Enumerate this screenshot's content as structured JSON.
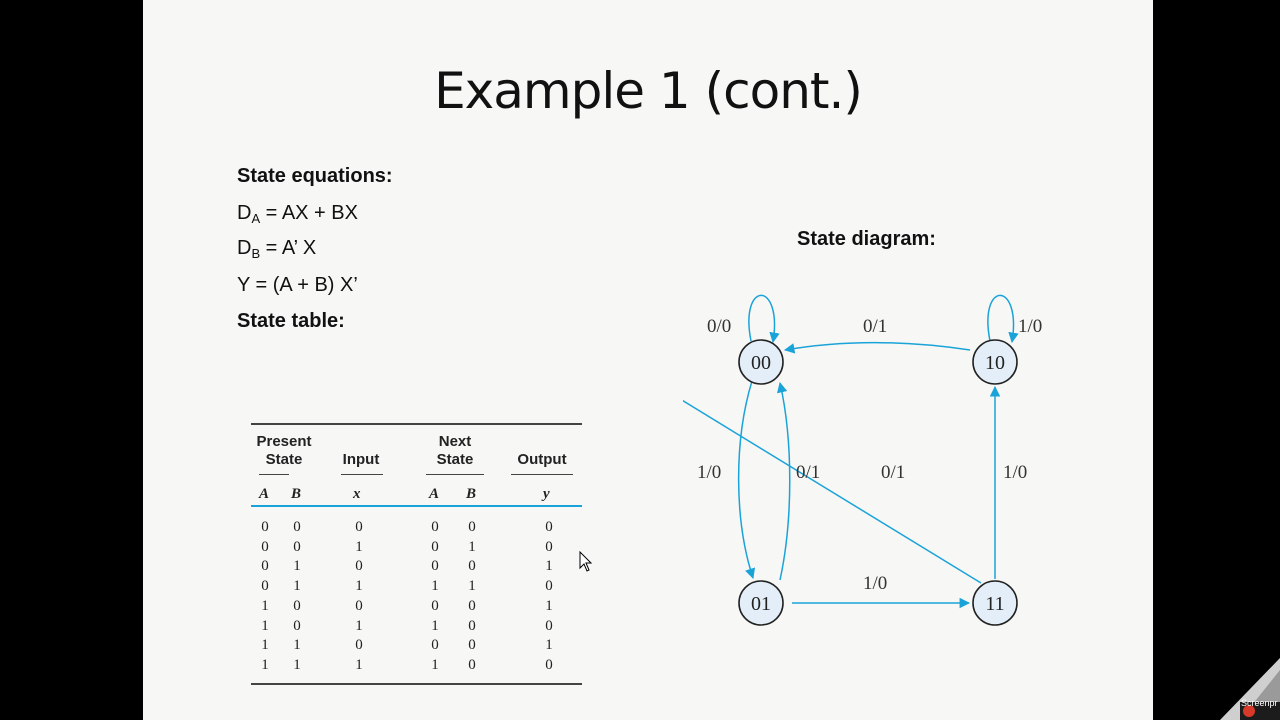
{
  "slide": {
    "title": "Example 1 (cont.)",
    "state_equations_heading": "State equations:",
    "eq1": {
      "lhs": "D",
      "sub": "A",
      "rhs": " = AX + BX"
    },
    "eq2": {
      "lhs": "D",
      "sub": "B",
      "rhs": " = A’ X"
    },
    "eq3": "Y = (A + B) X’",
    "state_table_heading": "State table:",
    "state_diagram_heading": "State diagram:"
  },
  "table": {
    "headers": {
      "present_line1": "Present",
      "present_line2": "State",
      "input": "Input",
      "next_line1": "Next",
      "next_line2": "State",
      "output": "Output"
    },
    "subheaders": {
      "pa": "A",
      "pb": "B",
      "x": "x",
      "na": "A",
      "nb": "B",
      "y": "y"
    },
    "rows": [
      [
        "0",
        "0",
        "0",
        "0",
        "0",
        "0"
      ],
      [
        "0",
        "0",
        "1",
        "0",
        "1",
        "0"
      ],
      [
        "0",
        "1",
        "0",
        "0",
        "0",
        "1"
      ],
      [
        "0",
        "1",
        "1",
        "1",
        "1",
        "0"
      ],
      [
        "1",
        "0",
        "0",
        "0",
        "0",
        "1"
      ],
      [
        "1",
        "0",
        "1",
        "1",
        "0",
        "0"
      ],
      [
        "1",
        "1",
        "0",
        "0",
        "0",
        "1"
      ],
      [
        "1",
        "1",
        "1",
        "1",
        "0",
        "0"
      ]
    ]
  },
  "diagram": {
    "nodes": {
      "n00": "00",
      "n10": "10",
      "n01": "01",
      "n11": "11"
    },
    "edges": {
      "self00": "0/0",
      "self10": "1/0",
      "e10_00": "0/1",
      "e00_01": "1/0",
      "e01_00": "0/1",
      "e11_00": "0/1",
      "e11_10": "1/0",
      "e01_11": "1/0"
    },
    "colors": {
      "edge": "#1aa3d9",
      "node_fill": "#e3eef9"
    }
  },
  "corner": {
    "text": "Screenpr"
  }
}
